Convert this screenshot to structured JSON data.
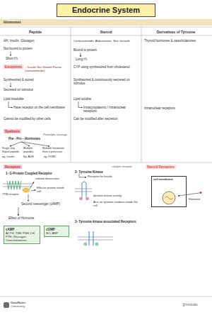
{
  "diagram": {
    "title": "Endocrine System",
    "nodes": [
      {
        "text": [
          "Hormones"
        ]
      },
      {
        "text": [
          "Exceptions"
        ]
      },
      {
        "text": [
          "Synthesis"
        ]
      },
      {
        "text": [
          "Receptors"
        ]
      },
      {
        "text": [
          "cAMP",
          "ACTH, TSH, FSH, LH, PTH, Glucagon, Catecholamines"
        ]
      },
      {
        "text": [
          "cGMP",
          "NO, ANP"
        ]
      },
      {
        "text": [
          "Steroid Receptors"
        ]
      },
      {
        "text": [
          "cell membrane"
        ]
      }
    ],
    "labels": [
      "Peptide",
      "Steroid",
      "Derivatives of Tyrosine",
      "AH, Insulin, Glucagon",
      "Not bound to protein",
      "Short t½",
      ":- Insulin like Growth Factor (somatomedin)",
      "Synthesized & stored",
      "Secreted on stimulus",
      "Lipid insoluble",
      "Have receptor on the cell membrane",
      "Cannot be modified by other cells",
      "Corticosteroids, Aldosterone, Sex steroids",
      "Bound to protein",
      "Long t½",
      "CYP using synthesized from cholesterol.",
      "Synthesized & continuously secreted on stimulus",
      "Lipid soluble",
      "Intracytoplasmic / Intranuclear receptors",
      "Can be modified after secretion",
      "Thyroid hormones & catecholamines",
      "Intranuclear receptors",
      "Pre - Pro - Hormones",
      "Proteolytic cleavage",
      "Single seq Signal peptide",
      "Multiple peptides",
      "Multiple hormones from a precursor",
      "eg: Insulin",
      "Eg: ADH",
      "eg: POMC",
      "1- G-Protein Coupled Receptor",
      "subunit dissociates",
      "7TM receptor",
      "Effector protein inside cell",
      "Second messenger (cAMP)",
      "Effect of Hormone",
      "2- Tyrosine Kinase",
      "catalytic receptor",
      "Receptor for Insulin",
      "tyrosine kinase activity",
      "Acts on tyrosine residues inside the cell",
      "3- Tyrosine kinase associated Receptors",
      "Hormone",
      "GoodNotes",
      "Community",
      "@medulas"
    ]
  }
}
